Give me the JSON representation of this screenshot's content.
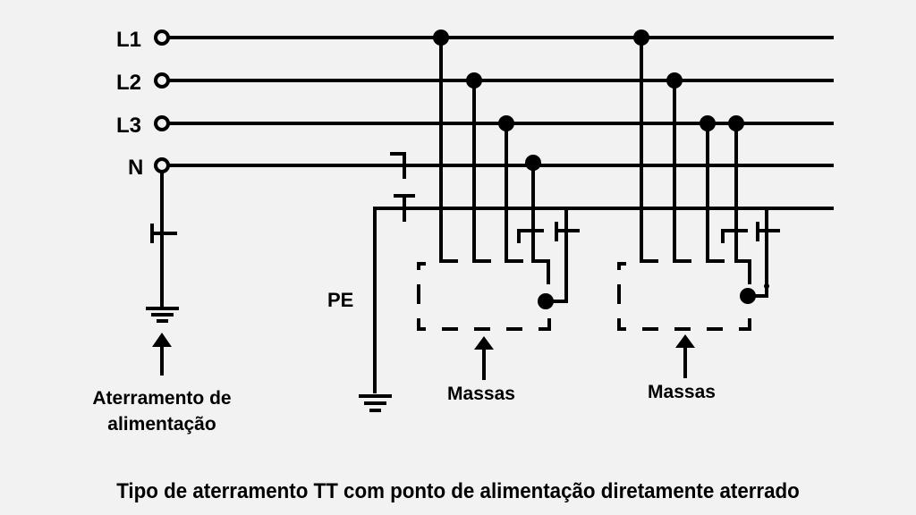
{
  "diagram": {
    "title": "Tipo de aterramento TT com ponto de alimentação diretamente aterrado",
    "colors": {
      "background": "#f2f2f2",
      "line": "#000000"
    },
    "conductors": [
      {
        "label": "L1"
      },
      {
        "label": "L2"
      },
      {
        "label": "L3"
      },
      {
        "label": "N"
      }
    ],
    "pe_label": "PE",
    "source_grounding_label_line1": "Aterramento de",
    "source_grounding_label_line2": "alimentação",
    "loads": [
      {
        "label": "Massas"
      },
      {
        "label": "Massas"
      }
    ]
  }
}
